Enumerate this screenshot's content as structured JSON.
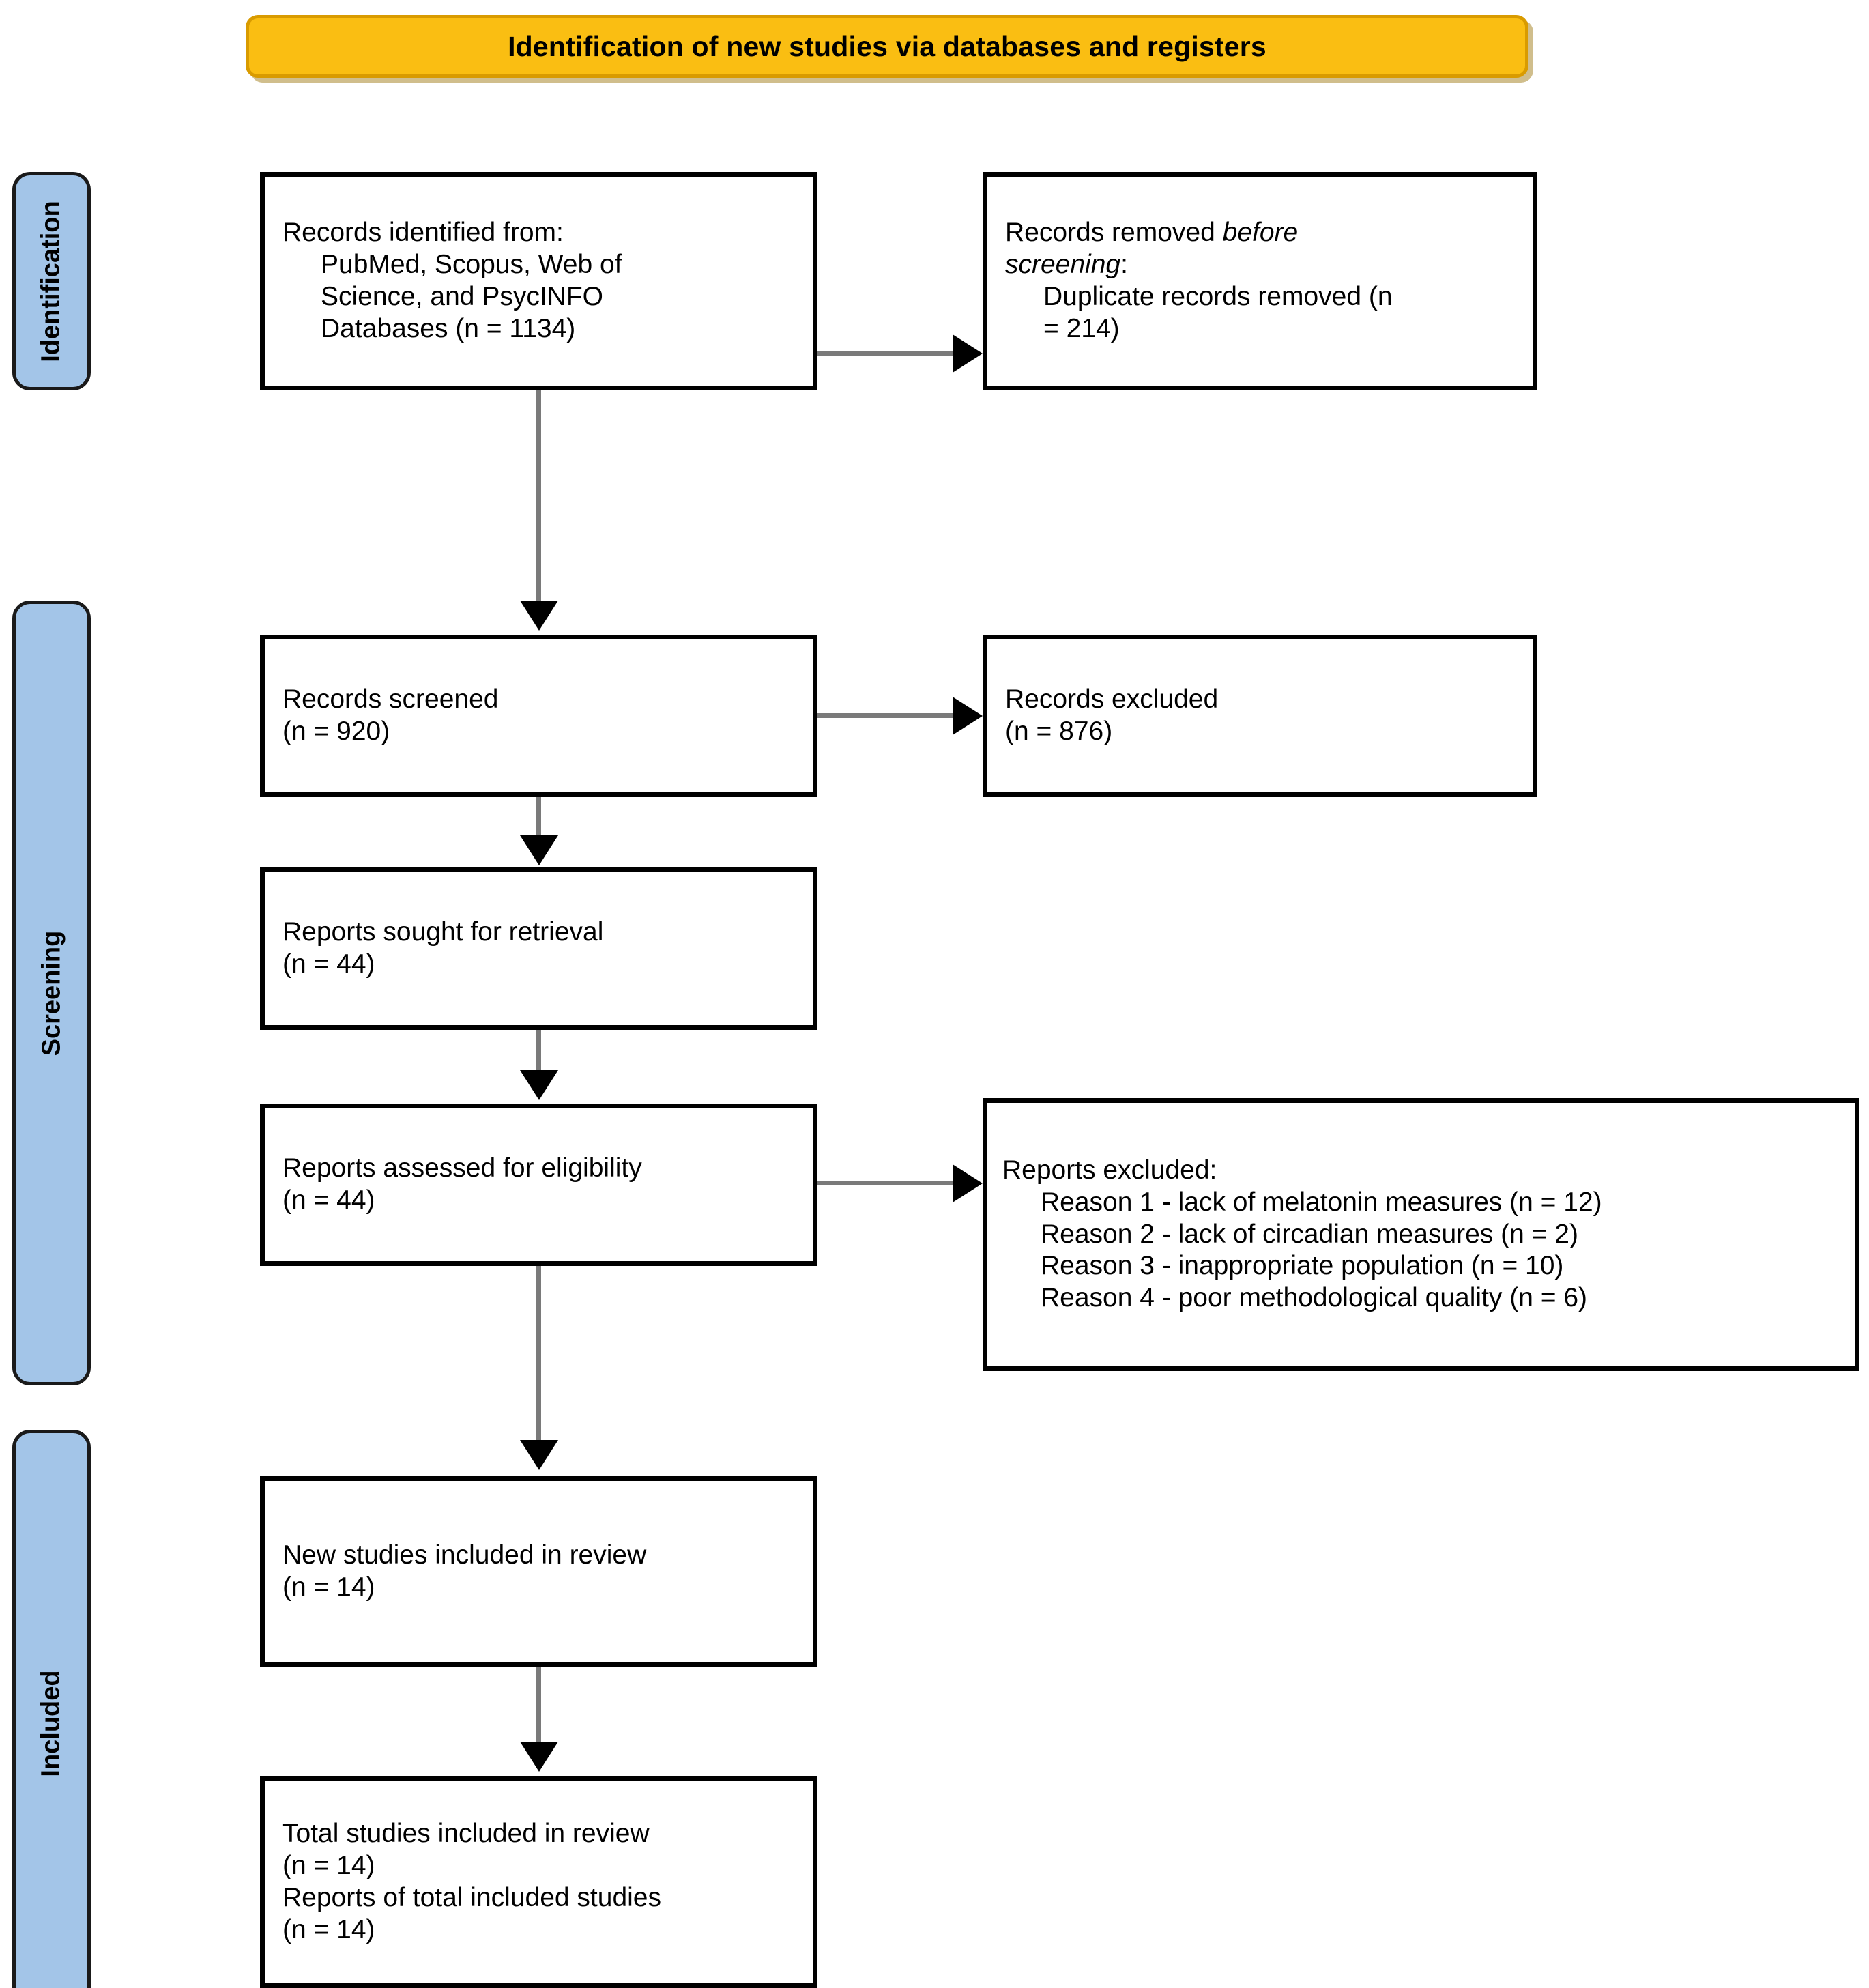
{
  "title": {
    "text": "Identification of new studies via databases and registers",
    "background_color": "#FABE12",
    "border_color": "#D99B00"
  },
  "stages": [
    {
      "label": "Identification"
    },
    {
      "label": "Screening"
    },
    {
      "label": "Included"
    }
  ],
  "stage_color": "#A3C5E8",
  "boxes": {
    "records_identified": {
      "line1": "Records identified from:",
      "line2": "PubMed, Scopus, Web of",
      "line3": "Science, and PsycINFO",
      "line4": "Databases (n = 1134)"
    },
    "records_removed": {
      "line1_prefix": "Records removed ",
      "line1_italic": "before",
      "line2_italic": "screening",
      "line2_suffix": ":",
      "line3": "Duplicate records removed (n",
      "line4": "= 214)"
    },
    "records_screened": {
      "line1": "Records screened",
      "line2": "(n = 920)"
    },
    "records_excluded": {
      "line1": "Records excluded",
      "line2": "(n = 876)"
    },
    "reports_sought": {
      "line1": "Reports sought for retrieval",
      "line2": "(n = 44)"
    },
    "reports_assessed": {
      "line1": "Reports assessed for eligibility",
      "line2": "(n = 44)"
    },
    "reports_excluded": {
      "heading": "Reports excluded:",
      "reasons": [
        "Reason 1 - lack of melatonin measures (n = 12)",
        "Reason 2 - lack of circadian measures (n = 2)",
        "Reason 3 - inappropriate population (n = 10)",
        "Reason 4 - poor methodological quality (n = 6)"
      ]
    },
    "new_studies_included": {
      "line1": "New studies included in review",
      "line2": "(n = 14)"
    },
    "total_included": {
      "line1": "Total studies included in review",
      "line2": "(n = 14)",
      "line3": "Reports of total included studies",
      "line4": "(n = 14)"
    }
  }
}
